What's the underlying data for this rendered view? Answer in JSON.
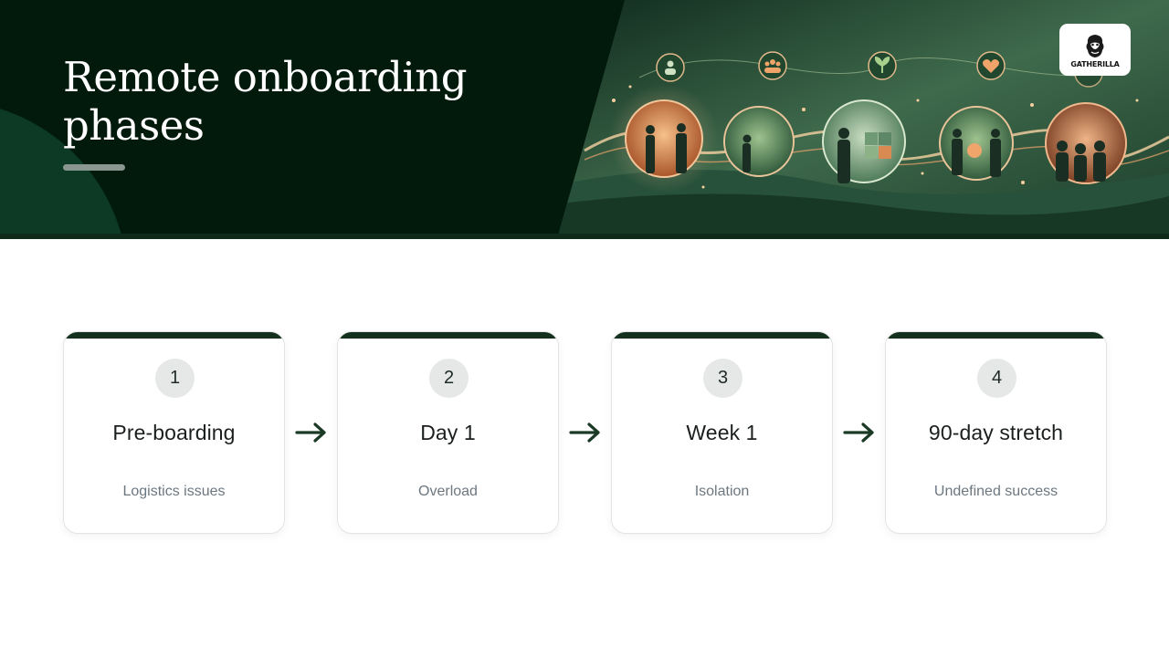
{
  "slide": {
    "title": "Remote onboarding phases"
  },
  "logo": {
    "text": "GATHERILLA"
  },
  "hero": {
    "icons": [
      "person-icon",
      "group-icon",
      "sprout-icon",
      "heart-hand-icon"
    ]
  },
  "phases": [
    {
      "number": "1",
      "title": "Pre-boarding",
      "issue": "Logistics issues"
    },
    {
      "number": "2",
      "title": "Day 1",
      "issue": "Overload"
    },
    {
      "number": "3",
      "title": "Week 1",
      "issue": "Isolation"
    },
    {
      "number": "4",
      "title": "90-day stretch",
      "issue": "Undefined success"
    }
  ],
  "colors": {
    "header_bg": "#021a0b",
    "accent_green": "#14301f",
    "arrow": "#1b3a26",
    "badge_bg": "#e6e8e7",
    "subtitle_text": "#6c7780"
  }
}
